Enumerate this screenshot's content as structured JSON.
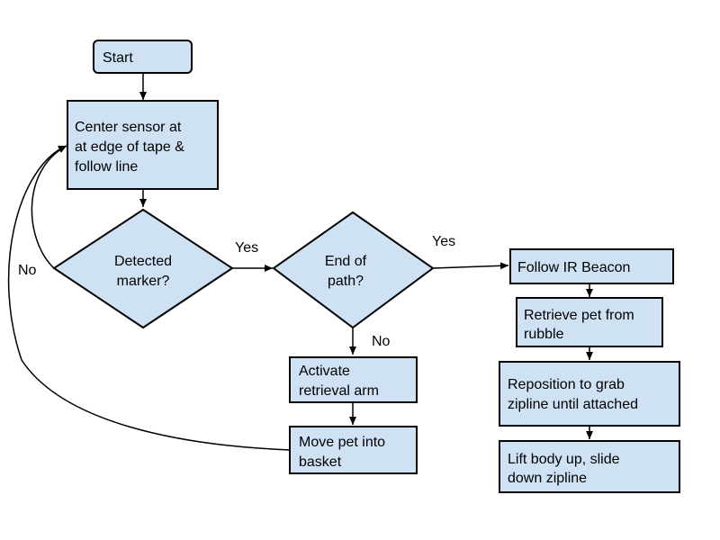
{
  "colors": {
    "node_fill": "#cfe2f3",
    "stroke": "#000000",
    "background": "#ffffff"
  },
  "nodes": {
    "start": {
      "lines": [
        "Start"
      ]
    },
    "center_sensor": {
      "lines": [
        "Center sensor at",
        "at edge of tape &",
        "follow line"
      ]
    },
    "detected_marker": {
      "lines": [
        "Detected",
        "marker?"
      ]
    },
    "end_of_path": {
      "lines": [
        "End of",
        "path?"
      ]
    },
    "follow_ir": {
      "lines": [
        "Follow IR Beacon"
      ]
    },
    "retrieve_pet": {
      "lines": [
        "Retrieve pet from",
        "rubble"
      ]
    },
    "reposition": {
      "lines": [
        "Reposition to grab",
        "zipline until attached"
      ]
    },
    "lift_body": {
      "lines": [
        "Lift body up, slide",
        "down zipline"
      ]
    },
    "activate_arm": {
      "lines": [
        "Activate",
        "retrieval arm"
      ]
    },
    "move_pet": {
      "lines": [
        "Move pet into",
        "basket"
      ]
    }
  },
  "edge_labels": {
    "detected_yes": "Yes",
    "detected_no": "No",
    "end_yes": "Yes",
    "end_no": "No"
  }
}
